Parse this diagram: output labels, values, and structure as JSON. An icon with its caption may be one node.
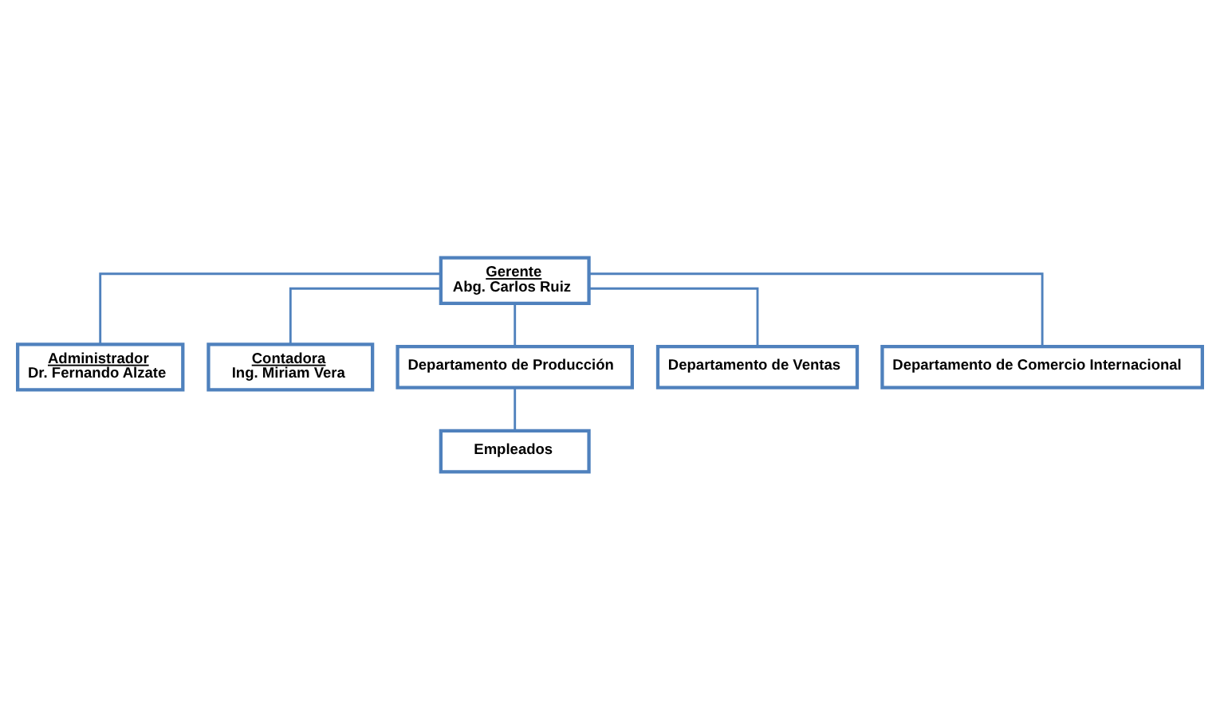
{
  "diagram": {
    "nodes": [
      {
        "text": [
          "Gerente",
          "Abg. Carlos Ruiz"
        ]
      },
      {
        "text": [
          "Administrador",
          "Dr. Fernando Alzate"
        ]
      },
      {
        "text": [
          "Contadora",
          "Ing. Miriam Vera"
        ]
      },
      {
        "text": [
          "Departamento de Producción"
        ]
      },
      {
        "text": [
          "Departamento de Ventas"
        ]
      },
      {
        "text": [
          "Departamento de Comercio Internacional"
        ]
      },
      {
        "text": [
          "Empleados"
        ]
      }
    ],
    "edges": [
      {
        "from": 0,
        "to": 1,
        "arrow": "none"
      },
      {
        "from": 0,
        "to": 2,
        "arrow": "none"
      },
      {
        "from": 0,
        "to": 3,
        "arrow": "none"
      },
      {
        "from": 0,
        "to": 4,
        "arrow": "none"
      },
      {
        "from": 0,
        "to": 5,
        "arrow": "none"
      },
      {
        "from": 3,
        "to": 6,
        "arrow": "none"
      }
    ]
  }
}
